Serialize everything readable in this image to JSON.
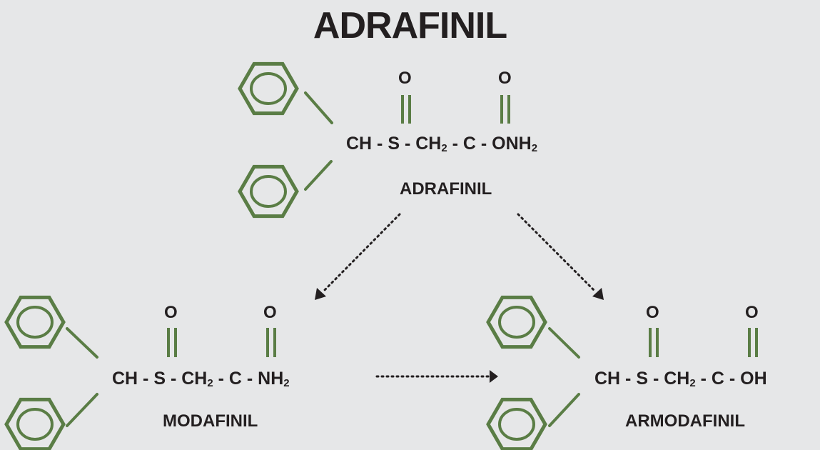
{
  "title": "ADRAFINIL",
  "colors": {
    "ring": "#5a7d45",
    "text": "#231f20",
    "background": "#e6e7e8"
  },
  "atom_oxygen": "O",
  "adrafinil": {
    "name": "ADRAFINIL",
    "chain": {
      "a": "CH - S - CH",
      "sub": "2",
      "b": " - C - ONH",
      "end_sub": "2"
    }
  },
  "modafinil": {
    "name": "MODAFINIL",
    "chain": {
      "a": "CH - S - CH",
      "sub": "2",
      "b": " - C - NH",
      "end_sub": "2"
    }
  },
  "armodafinil": {
    "name": "ARMODAFINIL",
    "chain": {
      "a": "CH - S - CH",
      "sub": "2",
      "b": " - C - OH"
    }
  }
}
